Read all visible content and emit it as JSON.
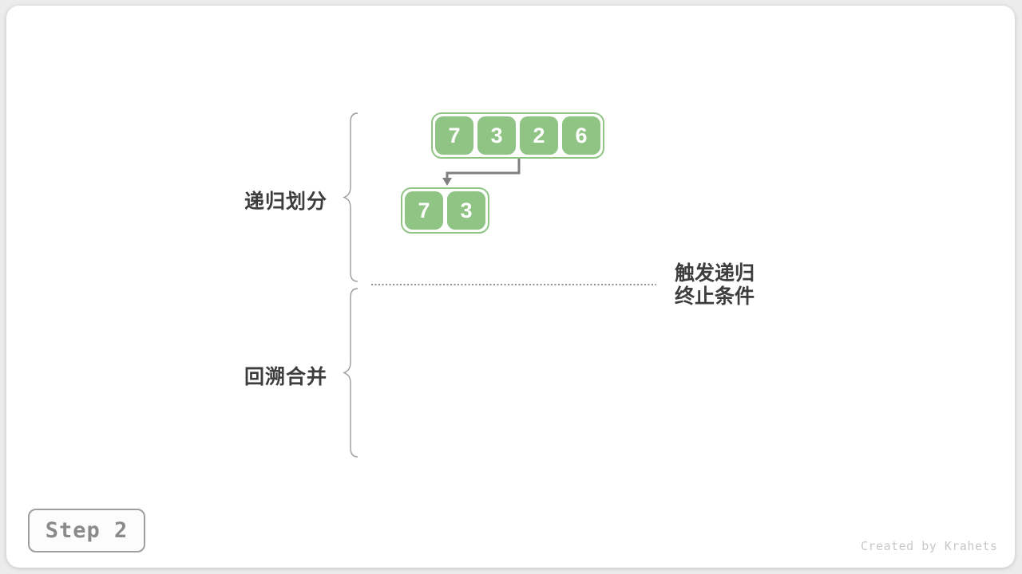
{
  "labels": {
    "phase_divide": "递归划分",
    "phase_merge": "回溯合并",
    "annotation_line1": "触发递归",
    "annotation_line2": "终止条件"
  },
  "arrays": {
    "top": [
      "7",
      "3",
      "2",
      "6"
    ],
    "sub": [
      "7",
      "3"
    ]
  },
  "step_badge": {
    "label": "Step 2"
  },
  "watermark": "Created by Krahets",
  "colors": {
    "cell_green": "#8fc485",
    "arrow_gray": "#7f7f7f",
    "label_text": "#3d3d3d",
    "page_background": "#ececec",
    "card_background": "#ffffff"
  }
}
